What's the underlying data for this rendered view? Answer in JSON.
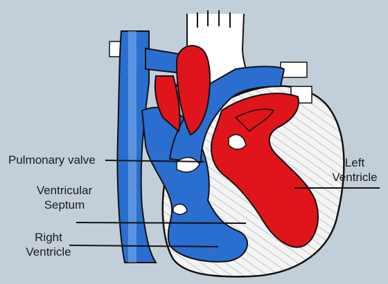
{
  "labels": {
    "pulmonary_valve": "Pulmonary valve",
    "ventricular_septum_line1": "Ventricular",
    "ventricular_septum_line2": "Septum",
    "right_ventricle_line1": "Right",
    "right_ventricle_line2": "Ventricle",
    "left_ventricle_line1": "Left",
    "left_ventricle_line2": "Ventricle"
  },
  "colors": {
    "background": "#c3cfd8",
    "deoxygenated_blood": "#2a6fd0",
    "oxygenated_blood": "#e0141b",
    "heart_wall": "#ffffff",
    "outline": "#111111"
  }
}
